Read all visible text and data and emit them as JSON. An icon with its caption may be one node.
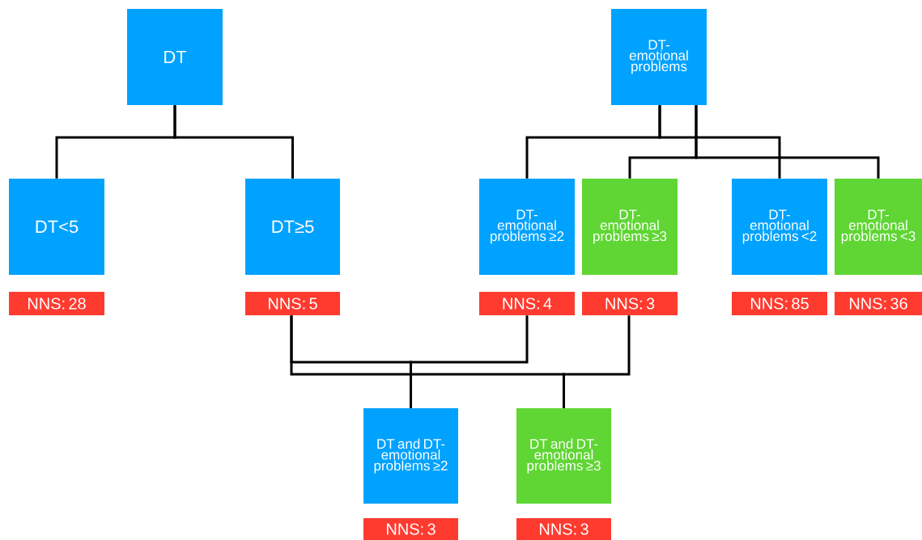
{
  "diagram": {
    "nodes": [
      {
        "text": [
          "DT"
        ]
      },
      {
        "text": [
          "DT- emotional problems"
        ]
      },
      {
        "text": [
          "DT<5"
        ]
      },
      {
        "text": [
          "DT≥5"
        ]
      },
      {
        "text": [
          "DT- emotional problems ≥2"
        ]
      },
      {
        "text": [
          "DT- emotional problems ≥3"
        ]
      },
      {
        "text": [
          "DT- emotional problems <2"
        ]
      },
      {
        "text": [
          "DT- emotional problems <3"
        ]
      },
      {
        "text": [
          "NNS: 28"
        ]
      },
      {
        "text": [
          "NNS: 5"
        ]
      },
      {
        "text": [
          "NNS: 4"
        ]
      },
      {
        "text": [
          "NNS: 3"
        ]
      },
      {
        "text": [
          "NNS: 85"
        ]
      },
      {
        "text": [
          "NNS: 36"
        ]
      },
      {
        "text": [
          "DT and DT- emotional problems ≥2"
        ]
      },
      {
        "text": [
          "DT and DT- emotional problems ≥3"
        ]
      },
      {
        "text": [
          "NNS: 3"
        ]
      },
      {
        "text": [
          "NNS: 3"
        ]
      }
    ],
    "edges": [
      {
        "from": 0,
        "to": 2,
        "arrow": "none"
      },
      {
        "from": 0,
        "to": 3,
        "arrow": "none"
      },
      {
        "from": 1,
        "to": 4,
        "arrow": "none"
      },
      {
        "from": 1,
        "to": 6,
        "arrow": "none"
      },
      {
        "from": 1,
        "to": 5,
        "arrow": "none"
      },
      {
        "from": 1,
        "to": 7,
        "arrow": "none"
      },
      {
        "from": 9,
        "to": 14,
        "arrow": "none"
      },
      {
        "from": 10,
        "to": 14,
        "arrow": "none"
      },
      {
        "from": 9,
        "to": 15,
        "arrow": "none"
      },
      {
        "from": 11,
        "to": 15,
        "arrow": "none"
      }
    ]
  }
}
